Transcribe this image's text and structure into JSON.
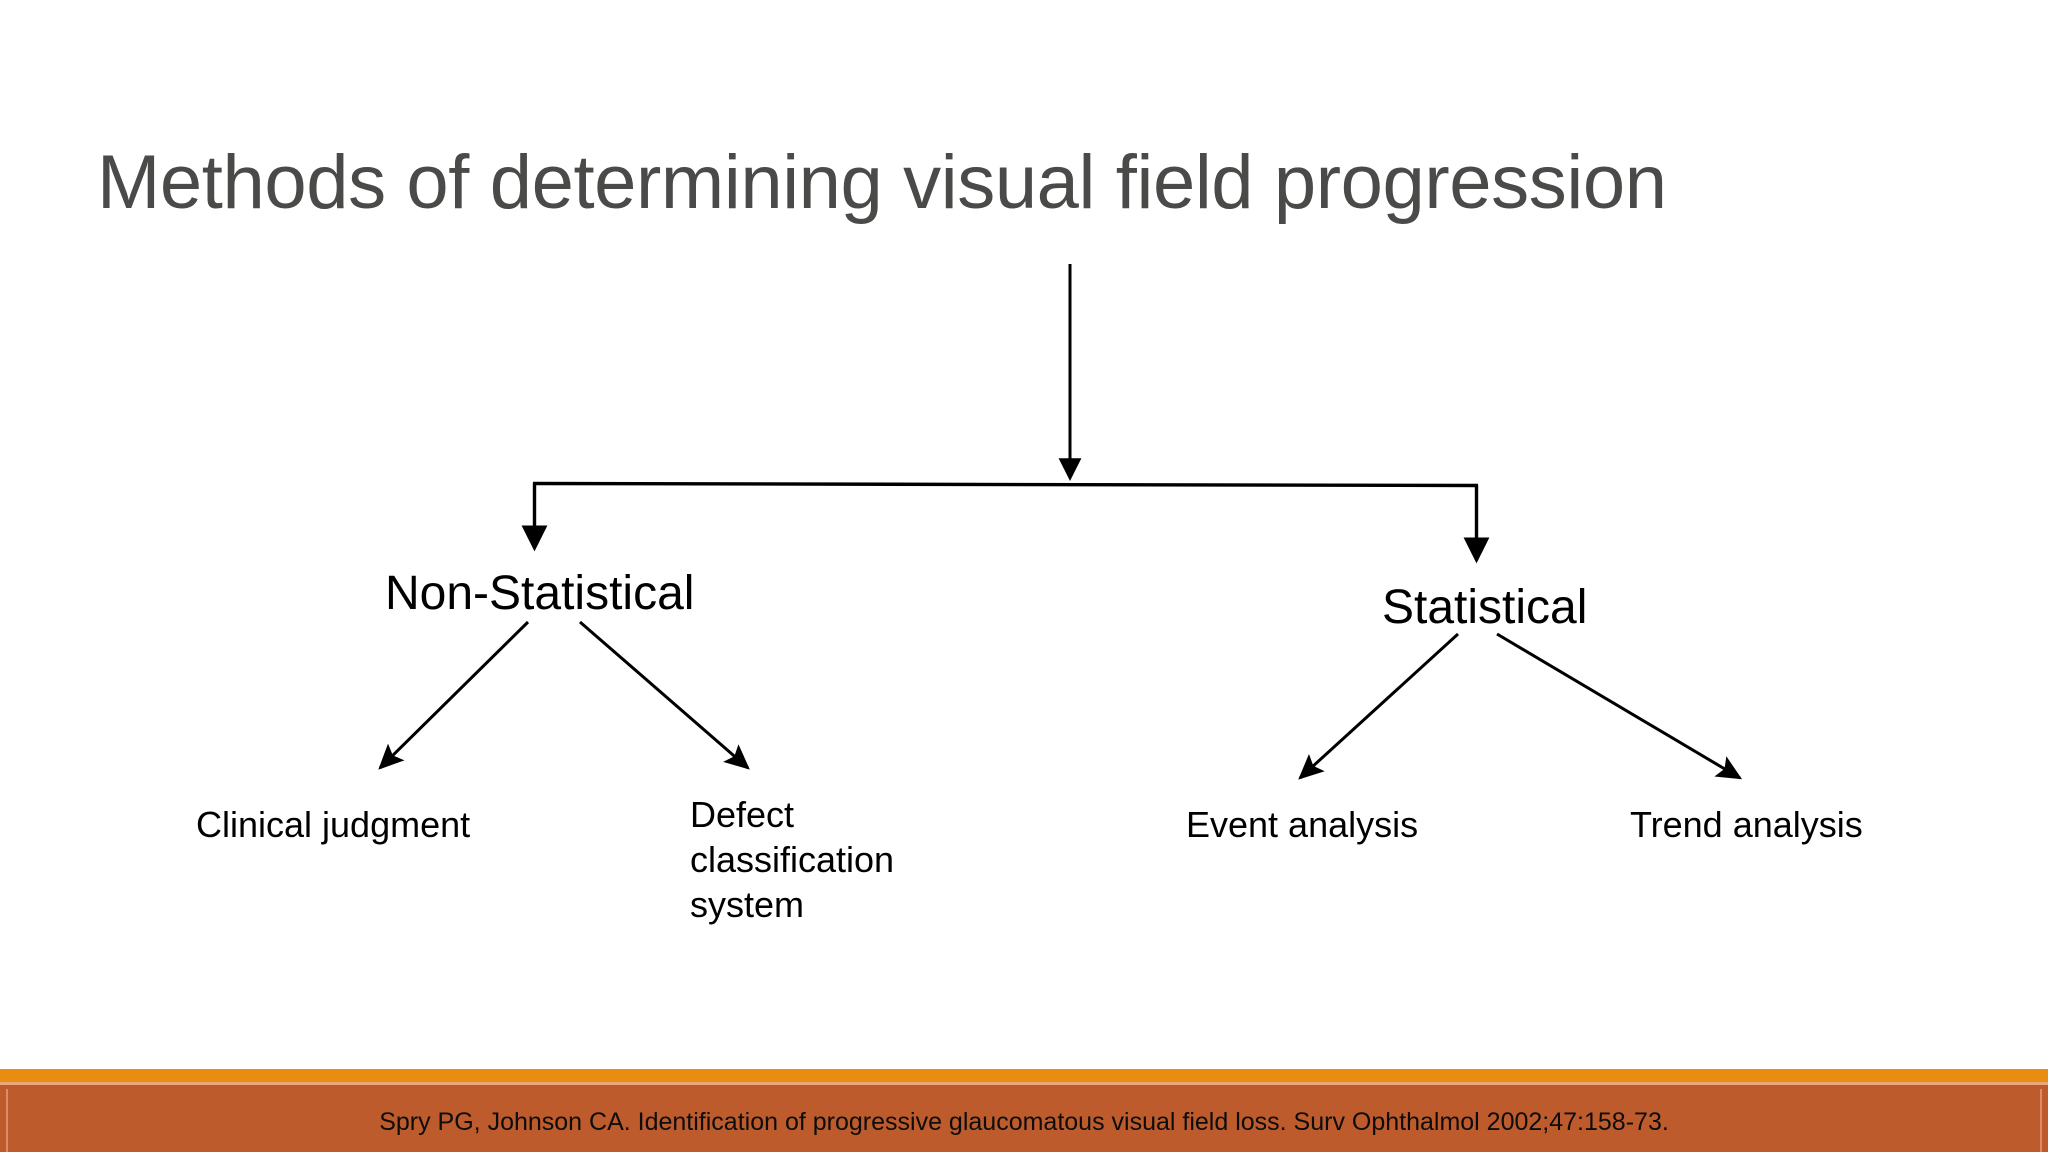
{
  "slide": {
    "title": "Methods of determining visual field progression",
    "background_color": "#ffffff",
    "title_color": "#4a4a48"
  },
  "diagram": {
    "type": "tree",
    "line_color": "#000000",
    "root_label": "Methods of determining visual field progression",
    "branches": [
      {
        "label": "Non-Statistical",
        "children": [
          "Clinical judgment",
          "Defect classification system"
        ]
      },
      {
        "label": "Statistical",
        "children": [
          "Event analysis",
          "Trend analysis"
        ]
      }
    ],
    "nodes": {
      "non_statistical": "Non-Statistical",
      "statistical": "Statistical",
      "clinical_judgment": "Clinical judgment",
      "defect_classification_system": "Defect classification system",
      "event_analysis": "Event analysis",
      "trend_analysis": "Trend analysis"
    }
  },
  "footer": {
    "citation": "Spry PG, Johnson CA. Identification of progressive glaucomatous visual field loss. Surv Ophthalmol 2002;47:158-73.",
    "accent_strip_color": "#e98c10",
    "bar_color": "#bd5b2d",
    "text_color": "#0d0d0d"
  }
}
